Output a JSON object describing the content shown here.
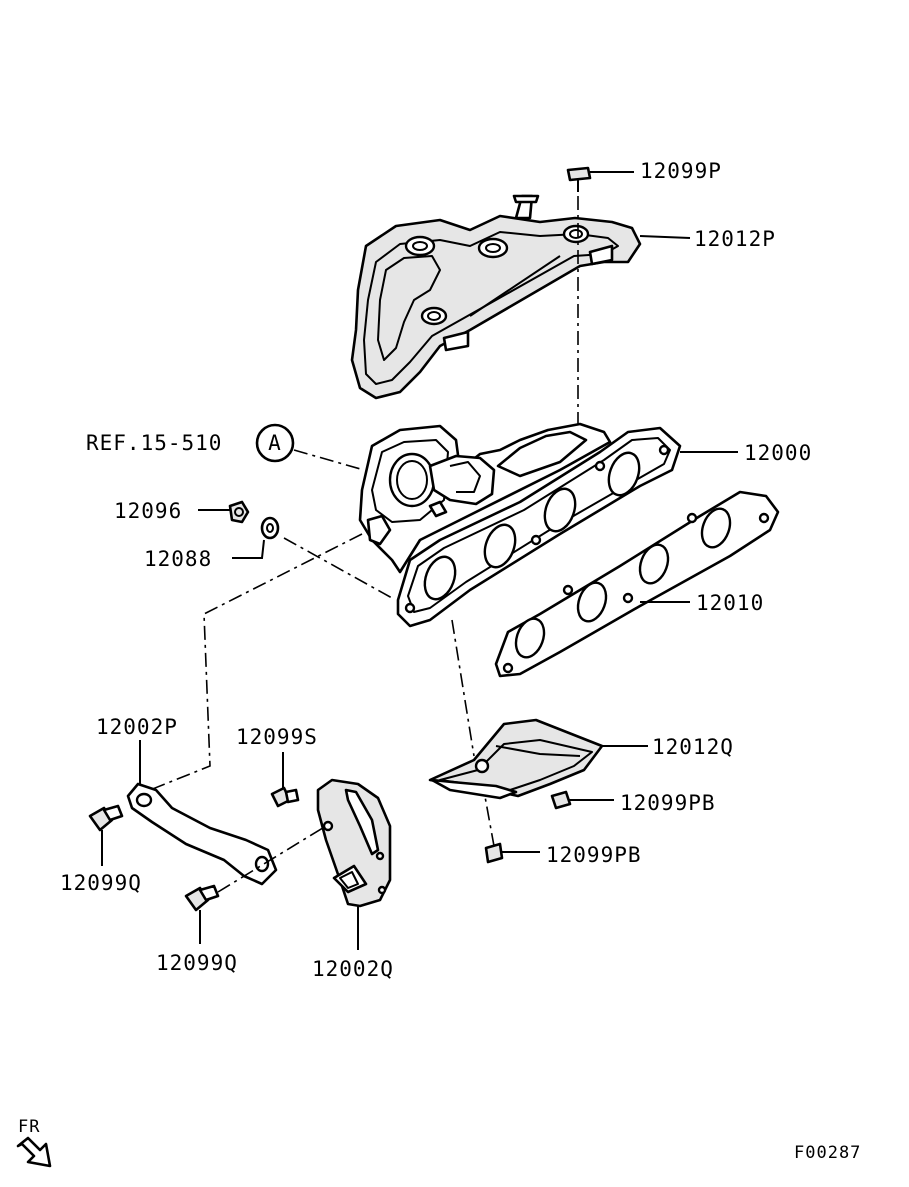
{
  "diagram": {
    "labels": {
      "p12099P": "12099P",
      "p12012P": "12012P",
      "p12000": "12000",
      "p12010": "12010",
      "p12096": "12096",
      "p12088": "12088",
      "ref": "REF.15-510",
      "ref_circle": "A",
      "p12002P": "12002P",
      "p12099S": "12099S",
      "p12012Q": "12012Q",
      "p12099PB_a": "12099PB",
      "p12099PB_b": "12099PB",
      "p12099Q_a": "12099Q",
      "p12099Q_b": "12099Q",
      "p12002Q": "12002Q",
      "front": "FR",
      "figure_code": "F00287"
    }
  }
}
